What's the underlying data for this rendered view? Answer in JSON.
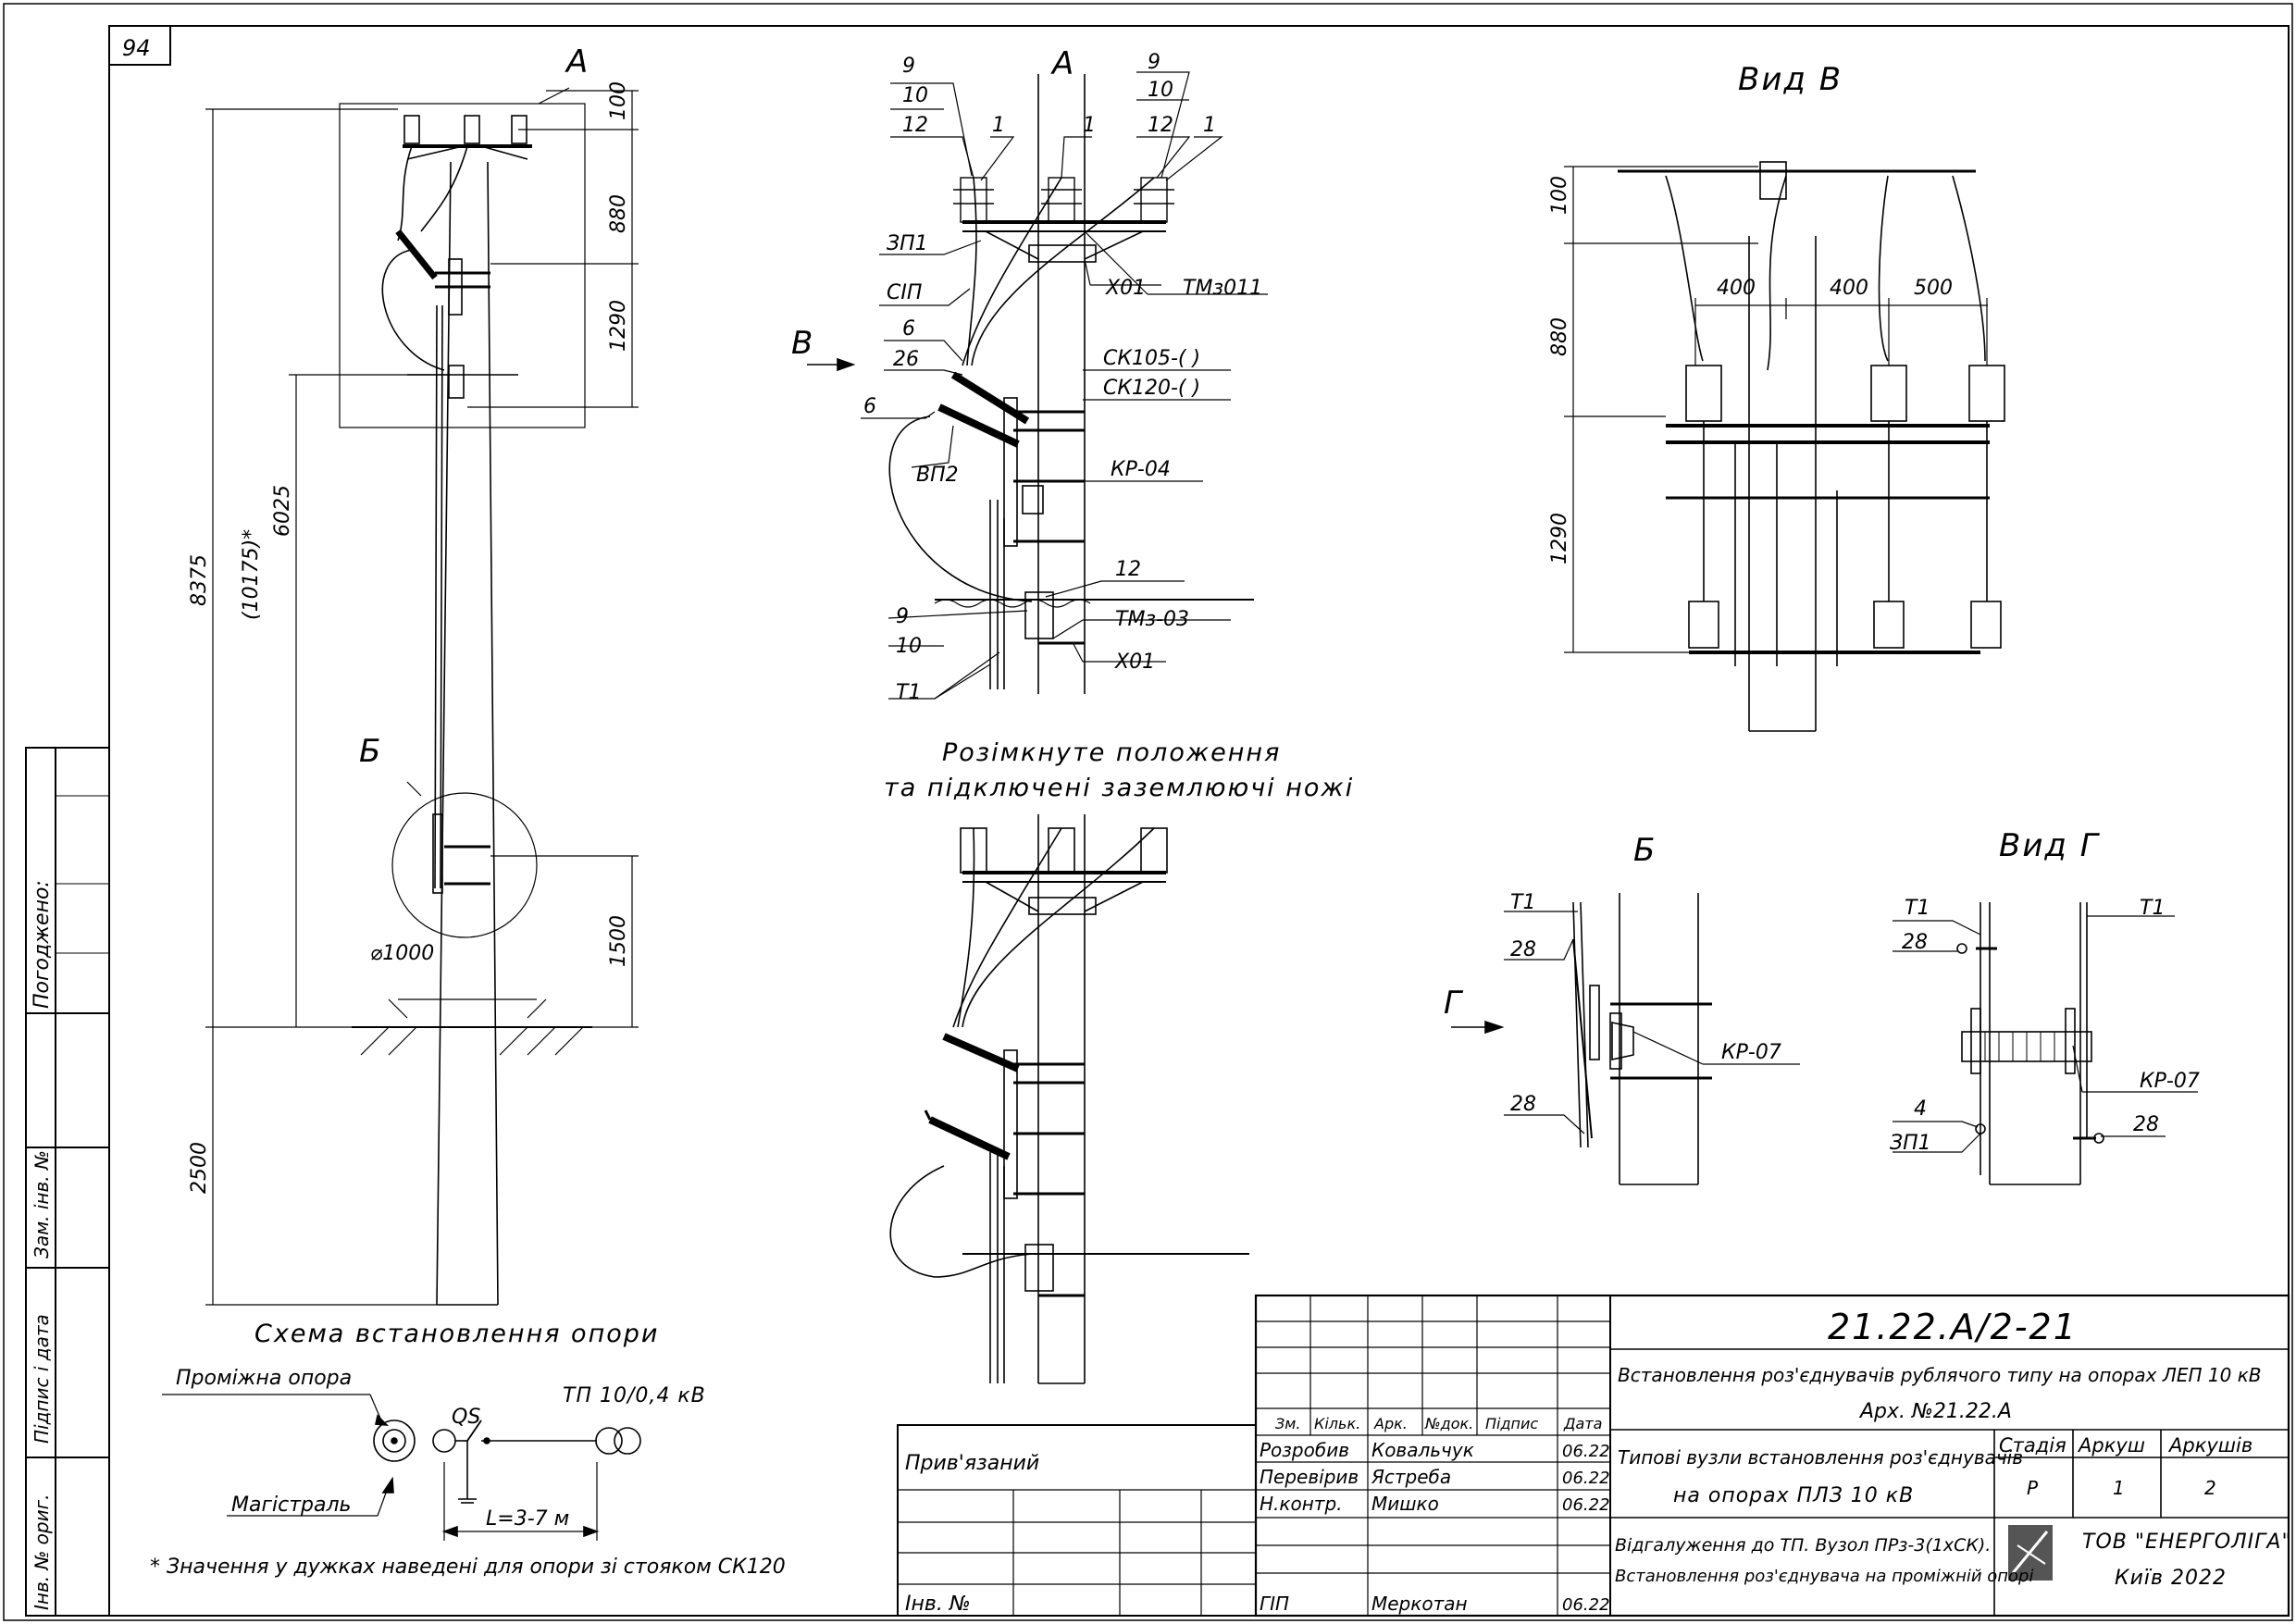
{
  "sheet": {
    "page_number": "94",
    "approved_label": "Погоджено:",
    "side_labels": [
      "Зам. інв. №",
      "Підпис і дата",
      "Інв. № ориг."
    ]
  },
  "pole_view": {
    "callout_a": "А",
    "callout_b": "Б",
    "dims": [
      "100",
      "880",
      "1290",
      "8375",
      "(10175)*",
      "6025",
      "1500",
      "2500",
      "⌀1000"
    ],
    "caption": "Схема встановлення опори"
  },
  "view_a": {
    "title": "А",
    "arrow_label": "В",
    "labels": [
      "9",
      "10",
      "12",
      "1",
      "1",
      "9",
      "10",
      "12",
      "1",
      "ЗП1",
      "СІП",
      "6",
      "26",
      "6",
      "ВП2",
      "Х01",
      "ТМз011",
      "СК105-(  )",
      "СК120-(  )",
      "КР-04",
      "12",
      "9",
      "10",
      "Т1",
      "ТМз-03",
      "Х01"
    ]
  },
  "open_view": {
    "caption_line1": "Розімкнуте положення",
    "caption_line2": "та підключені заземлюючі ножі"
  },
  "view_v": {
    "title": "Вид В",
    "dims": [
      "100",
      "880",
      "1290",
      "400",
      "400",
      "500"
    ]
  },
  "detail_b": {
    "title": "Б",
    "arrow_label": "Г",
    "labels": [
      "Т1",
      "28",
      "КР-07",
      "28"
    ]
  },
  "view_g": {
    "title": "Вид Г",
    "labels": [
      "Т1",
      "Т1",
      "28",
      "КР-07",
      "4",
      "28",
      "ЗП1"
    ]
  },
  "scheme": {
    "pole_label": "Проміжна опора",
    "main_label": "Магістраль",
    "switch_label": "QS",
    "tp_label": "ТП 10/0,4 кВ",
    "length_label": "L=3-7 м",
    "footnote": "* Значення у дужках наведені для опори зі стояком СК120"
  },
  "title_block": {
    "doc_code": "21.22.А/2-21",
    "project_title": "Встановлення роз'єднувачів рублячого типу на опорах ЛЕП 10 кВ",
    "archive": "Арх. №21.22.А",
    "col_headers": [
      "Зм.",
      "Кільк.",
      "Арк.",
      "№док.",
      "Підпис",
      "Дата"
    ],
    "signatures": [
      {
        "role": "Розробив",
        "name": "Ковальчук",
        "date": "06.22"
      },
      {
        "role": "Перевірив",
        "name": "Ястреба",
        "date": "06.22"
      },
      {
        "role": "Н.контр.",
        "name": "Мишко",
        "date": "06.22"
      },
      {
        "role": "ГІП",
        "name": "Меркотан",
        "date": "06.22"
      }
    ],
    "sheet_title_line1": "Типові вузли встановлення роз'єднувачів",
    "sheet_title_line2": "на опорах ПЛЗ 10 кВ",
    "stage_header": "Стадія",
    "sheet_header": "Аркуш",
    "sheets_header": "Аркушів",
    "stage": "Р",
    "sheet": "1",
    "sheets": "2",
    "drawing_title_line1": "Відгалуження до ТП. Вузол ПРз-3(1хСК).",
    "drawing_title_line2": "Встановлення роз'єднувача на проміжній опорі",
    "company": "ТОВ \"ЕНЕРГОЛІГА\"",
    "city": "Київ 2022",
    "bound_label": "Прив'язаний",
    "inv_label": "Інв. №"
  }
}
